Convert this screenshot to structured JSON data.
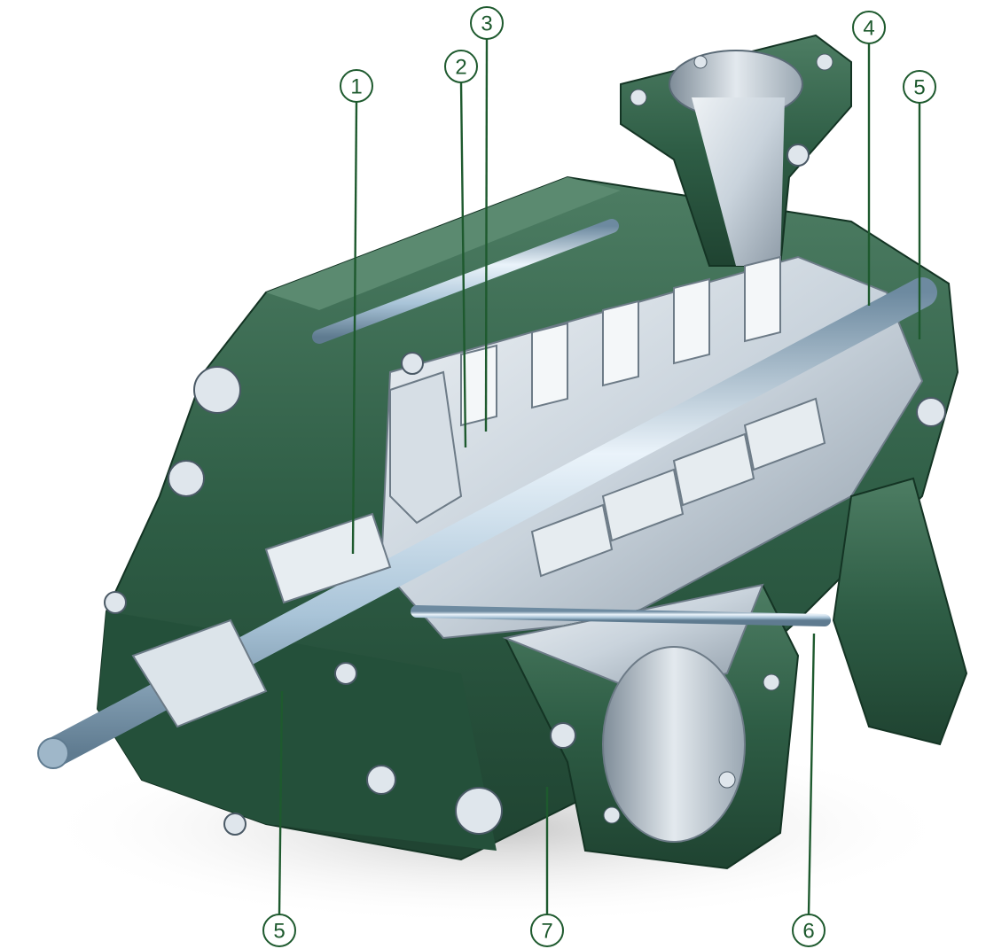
{
  "figure": {
    "colors": {
      "casing": "#2e5d45",
      "casing_dark": "#1f4331",
      "casing_light": "#4d7d63",
      "metal": "#c9d3dc",
      "metal_dark": "#8d9aa6",
      "shaft": "#a9c4d8",
      "callout": "#1e5a2e"
    },
    "callouts": [
      {
        "label": "1"
      },
      {
        "label": "2"
      },
      {
        "label": "3"
      },
      {
        "label": "4"
      },
      {
        "label": "5"
      },
      {
        "label": "5"
      },
      {
        "label": "6"
      },
      {
        "label": "7"
      }
    ]
  }
}
